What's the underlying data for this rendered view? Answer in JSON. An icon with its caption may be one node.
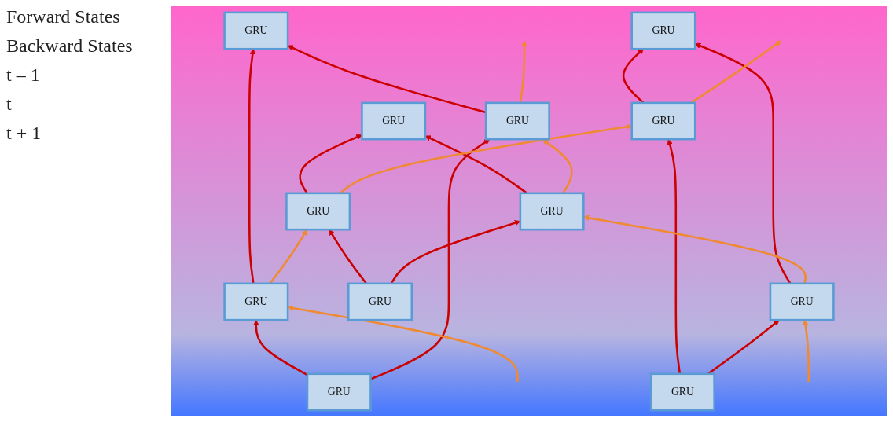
{
  "diagram": {
    "nodes": [
      {
        "text": [
          "GRU"
        ]
      },
      {
        "text": [
          "GRU"
        ]
      },
      {
        "text": [
          "GRU"
        ]
      },
      {
        "text": [
          "GRU"
        ]
      },
      {
        "text": [
          "GRU"
        ]
      },
      {
        "text": [
          "GRU"
        ]
      },
      {
        "text": [
          "GRU"
        ]
      },
      {
        "text": [
          "GRU"
        ]
      },
      {
        "text": [
          "GRU"
        ]
      },
      {
        "text": [
          "GRU"
        ]
      },
      {
        "text": [
          "GRU"
        ]
      },
      {
        "text": [
          "GRU"
        ]
      }
    ],
    "edges": [
      {
        "from": 3,
        "to": 1,
        "arrow": "to",
        "color": "#cc0000"
      },
      {
        "from": 3,
        "to": 2,
        "arrow": "to",
        "color": "#cc0000"
      },
      {
        "from": 1,
        "to": 0,
        "arrow": "to",
        "color": "#cc0000"
      },
      {
        "from": 2,
        "to": 0,
        "arrow": "to",
        "color": "#cc0000"
      },
      {
        "from": 7,
        "to": 5,
        "arrow": "to",
        "color": "#cc0000"
      },
      {
        "from": 7,
        "to": 6,
        "arrow": "to",
        "color": "#cc0000"
      },
      {
        "from": 5,
        "to": 4,
        "arrow": "to",
        "color": "#cc0000"
      },
      {
        "from": 6,
        "to": 4,
        "arrow": "to",
        "color": "#cc0000"
      },
      {
        "from": 11,
        "to": 9,
        "arrow": "to",
        "color": "#cc0000"
      },
      {
        "from": 11,
        "to": 10,
        "arrow": "to",
        "color": "#cc0000"
      },
      {
        "from": 9,
        "to": 8,
        "arrow": "to",
        "color": "#cc0000"
      },
      {
        "from": 10,
        "to": 8,
        "arrow": "to",
        "color": "#cc0000"
      },
      {
        "from": null,
        "to": 1,
        "arrow": "to",
        "color": "#f08a30"
      },
      {
        "from": 1,
        "to": 5,
        "arrow": "to",
        "color": "#f08a30"
      },
      {
        "from": 5,
        "to": 9,
        "arrow": "to",
        "color": "#f08a30"
      },
      {
        "from": 9,
        "to": null,
        "arrow": "to",
        "color": "#f08a30"
      },
      {
        "from": null,
        "to": 10,
        "arrow": "to",
        "color": "#f08a30"
      },
      {
        "from": 10,
        "to": 6,
        "arrow": "to",
        "color": "#f08a30"
      },
      {
        "from": 6,
        "to": 2,
        "arrow": "to",
        "color": "#f08a30"
      },
      {
        "from": 2,
        "to": null,
        "arrow": "to",
        "color": "#f08a30"
      }
    ],
    "labels": [
      "Forward States",
      "Backward States",
      "t – 1",
      "t",
      "t + 1"
    ]
  }
}
